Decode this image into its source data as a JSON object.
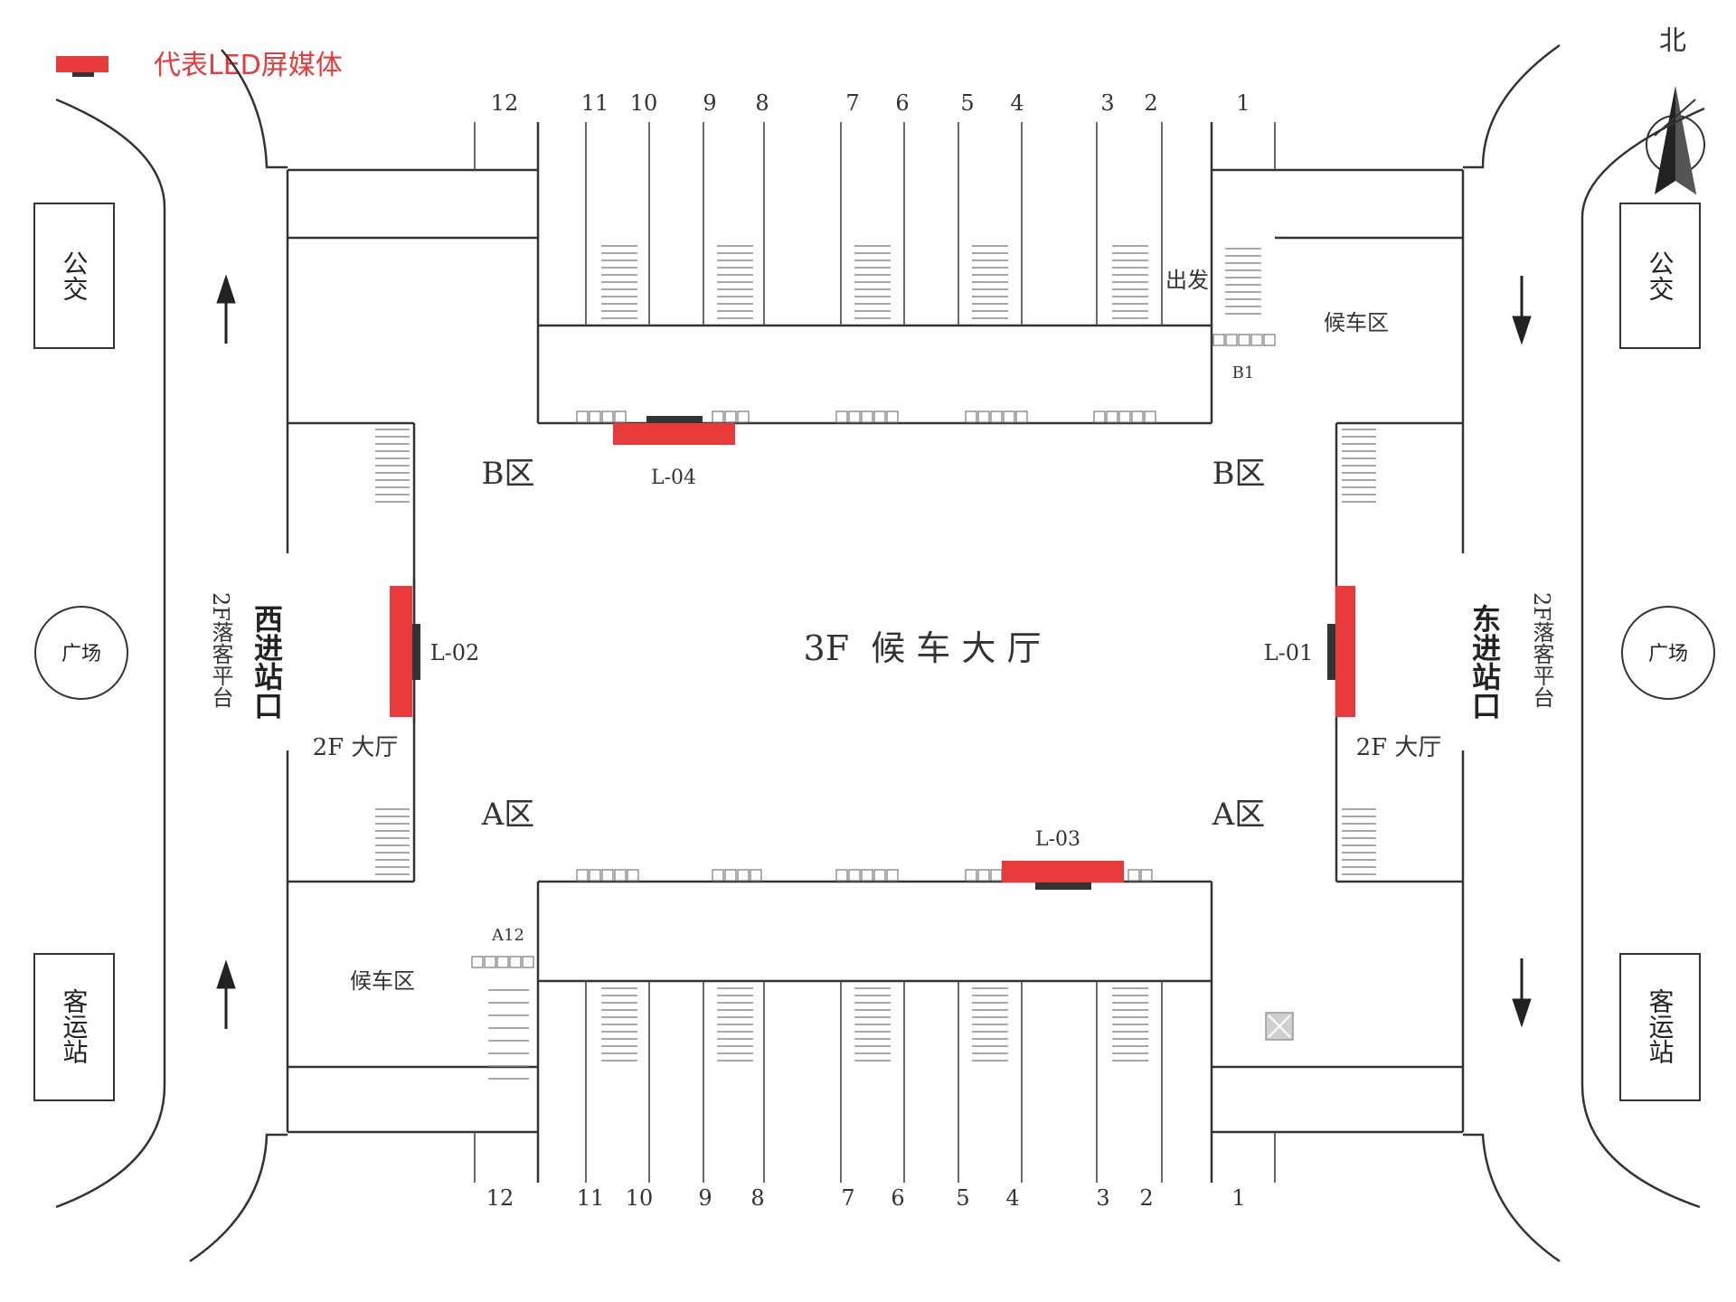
{
  "legend": {
    "label": "代表LED屏媒体",
    "swatch_color": "#e83a3a"
  },
  "compass": {
    "label": "北",
    "icon": "north-arrow-icon"
  },
  "hall": {
    "title": "3F  候 车 大 厅"
  },
  "platforms": {
    "top": [
      "12",
      "11",
      "10",
      "9",
      "8",
      "7",
      "6",
      "5",
      "4",
      "3",
      "2",
      "1"
    ],
    "bottom": [
      "12",
      "11",
      "10",
      "9",
      "8",
      "7",
      "6",
      "5",
      "4",
      "3",
      "2",
      "1"
    ]
  },
  "zones": {
    "b_left": "B区",
    "b_right": "B区",
    "a_left": "A区",
    "a_right": "A区"
  },
  "west": {
    "entrance": "西进站口",
    "platform": "2F落客平台",
    "hall": "2F 大厅"
  },
  "east": {
    "entrance": "东进站口",
    "platform": "2F落客平台",
    "hall": "2F 大厅"
  },
  "labels": {
    "departure": "出发",
    "waiting_ne": "候车区",
    "waiting_sw": "候车区",
    "gate_b1": "B1",
    "gate_a12": "A12"
  },
  "screens": [
    {
      "id": "L-01",
      "color": "#e83a3a"
    },
    {
      "id": "L-02",
      "color": "#e83a3a"
    },
    {
      "id": "L-03",
      "color": "#e83a3a"
    },
    {
      "id": "L-04",
      "color": "#e83a3a"
    }
  ],
  "outside": {
    "bus_left": "公交",
    "bus_right": "公交",
    "square_left": "广场",
    "square_right": "广场",
    "coach_left": "客运站",
    "coach_right": "客运站"
  }
}
